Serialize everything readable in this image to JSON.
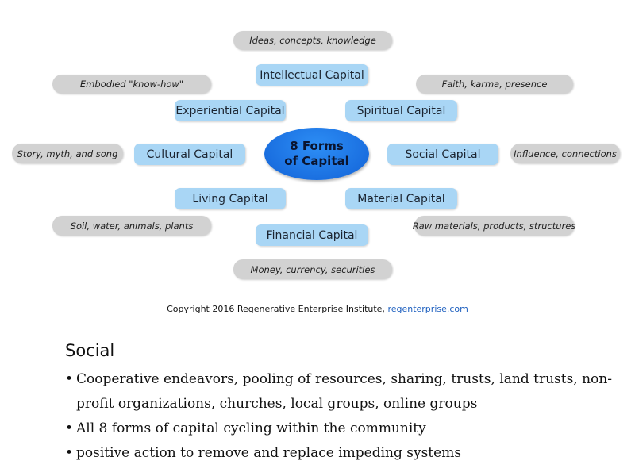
{
  "diagram": {
    "center": {
      "line1": "8 Forms",
      "line2": "of Capital"
    },
    "capitals": {
      "intellectual": "Intellectual Capital",
      "experiential": "Experiential Capital",
      "spiritual": "Spiritual Capital",
      "cultural": "Cultural Capital",
      "social": "Social Capital",
      "living": "Living Capital",
      "material": "Material Capital",
      "financial": "Financial Capital"
    },
    "descriptions": {
      "intellectual": "Ideas, concepts, knowledge",
      "experiential": "Embodied \"know-how\"",
      "spiritual": "Faith, karma, presence",
      "cultural": "Story, myth, and song",
      "social": "Influence, connections",
      "living": "Soil, water, animals, plants",
      "material": "Raw materials, products, structures",
      "financial": "Money, currency, securities"
    },
    "copyright_text": "Copyright 2016 Regenerative Enterprise Institute, ",
    "copyright_link": "regenterprise.com"
  },
  "section": {
    "heading": "Social",
    "bullet_symbol": "•",
    "bullets": [
      "Cooperative endeavors, pooling of resources, sharing, trusts, land trusts, non-profit organizations, churches, local groups, online groups",
      "All 8 forms of capital cycling within the community",
      "positive action to remove and replace impeding systems"
    ]
  },
  "colors": {
    "center_fill": "#1a6fe0",
    "capital_fill": "#a9d6f5",
    "description_fill": "#d2d2d2",
    "link": "#1d5fbf"
  }
}
